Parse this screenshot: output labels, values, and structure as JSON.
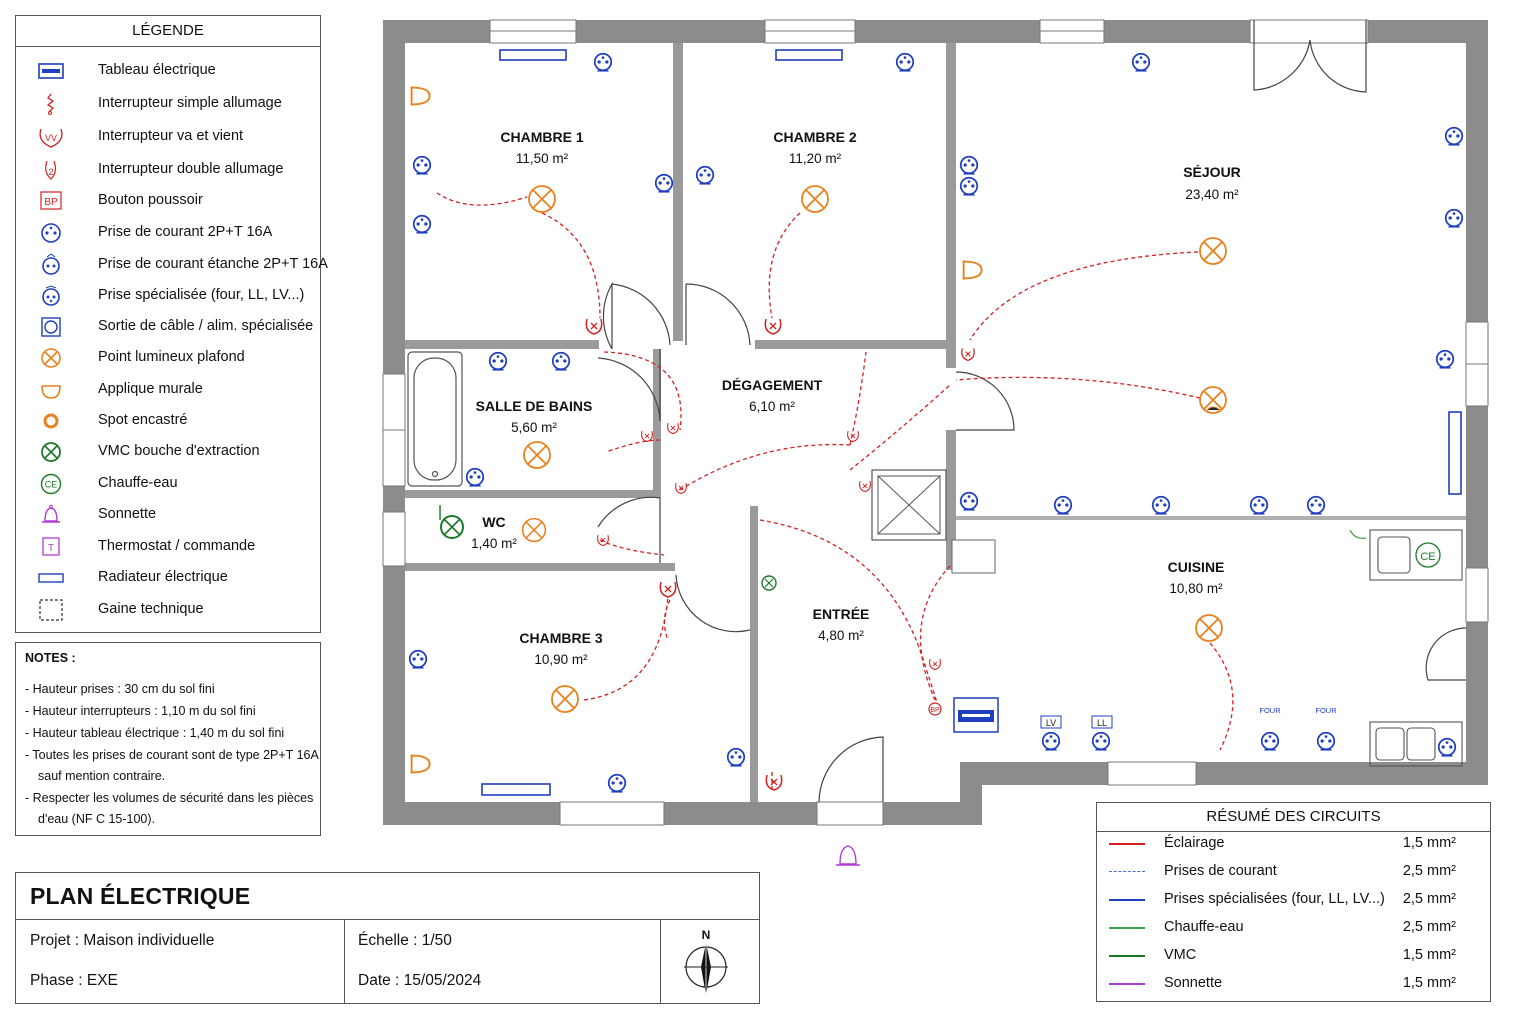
{
  "legend": {
    "title": "LÉGENDE",
    "items": [
      {
        "label": "Tableau électrique",
        "icon": "panel-icon",
        "color": "#1f3fbf"
      },
      {
        "label": "Interrupteur simple allumage",
        "icon": "simple-switch-icon",
        "color": "#d32020"
      },
      {
        "label": "Interrupteur va et vient",
        "icon": "two-way-switch-icon",
        "color": "#d32020"
      },
      {
        "label": "Interrupteur double allumage",
        "icon": "double-switch-icon",
        "color": "#d32020"
      },
      {
        "label": "Bouton poussoir",
        "icon": "push-button-icon",
        "color": "#d32020",
        "code": "BP"
      },
      {
        "label": "Prise de courant 2P+T 16A",
        "icon": "socket-icon",
        "color": "#1f3fbf"
      },
      {
        "label": "Prise de courant étanche 2P+T 16A",
        "icon": "waterproof-socket-icon",
        "color": "#1f3fbf"
      },
      {
        "label": "Prise spécialisée (four, LL, LV...)",
        "icon": "special-socket-icon",
        "color": "#1f3fbf"
      },
      {
        "label": "Sortie de câble / alim. spécialisée",
        "icon": "cable-outlet-icon",
        "color": "#1f3fbf"
      },
      {
        "label": "Point lumineux plafond",
        "icon": "ceiling-light-icon",
        "color": "#e8821e"
      },
      {
        "label": "Applique murale",
        "icon": "wall-light-icon",
        "color": "#e8821e"
      },
      {
        "label": "Spot encastré",
        "icon": "spot-icon",
        "color": "#e8821e"
      },
      {
        "label": "VMC bouche d'extraction",
        "icon": "vmc-icon",
        "color": "#1a7a2a"
      },
      {
        "label": "Chauffe-eau",
        "icon": "water-heater-icon",
        "color": "#1a7a2a",
        "code": "CE"
      },
      {
        "label": "Sonnette",
        "icon": "bell-icon",
        "color": "#b03cd0"
      },
      {
        "label": "Thermostat / commande",
        "icon": "thermostat-icon",
        "color": "#b03cd0",
        "code": "T"
      },
      {
        "label": "Radiateur électrique",
        "icon": "radiator-icon",
        "color": "#1f3fbf"
      },
      {
        "label": "Gaine technique",
        "icon": "technical-duct-icon",
        "color": "#333333"
      }
    ]
  },
  "notes": {
    "title": "NOTES :",
    "lines": [
      "- Hauteur prises : 30 cm du sol fini",
      "- Hauteur interrupteurs : 1,10 m du sol fini",
      "- Hauteur tableau électrique : 1,40 m du sol fini",
      "- Toutes les prises de courant sont de type 2P+T 16A",
      "  sauf mention contraire.",
      "- Respecter les volumes de sécurité dans les pièces",
      "  d'eau (NF C 15-100)."
    ]
  },
  "title_block": {
    "title": "PLAN ÉLECTRIQUE",
    "project": "Projet : Maison individuelle",
    "phase": "Phase : EXE",
    "scale": "Échelle : 1/50",
    "date": "Date : 15/05/2024",
    "north": "N"
  },
  "circuits": {
    "title": "RÉSUMÉ DES CIRCUITS",
    "items": [
      {
        "label": "Éclairage",
        "section": "1,5 mm²",
        "color": "#d32020",
        "style": "solid"
      },
      {
        "label": "Prises de courant",
        "section": "2,5 mm²",
        "color": "#4a6fc0",
        "style": "dashed"
      },
      {
        "label": "Prises spécialisées (four, LL, LV...)",
        "section": "2,5 mm²",
        "color": "#1f3fbf",
        "style": "solid"
      },
      {
        "label": "Chauffe-eau",
        "section": "2,5 mm²",
        "color": "#3aa04a",
        "style": "solid"
      },
      {
        "label": "VMC",
        "section": "1,5 mm²",
        "color": "#1a7a2a",
        "style": "solid"
      },
      {
        "label": "Sonnette",
        "section": "1,5 mm²",
        "color": "#b03cd0",
        "style": "solid"
      }
    ]
  },
  "rooms": [
    {
      "name": "CHAMBRE 1",
      "area": "11,50 m²"
    },
    {
      "name": "CHAMBRE 2",
      "area": "11,20 m²"
    },
    {
      "name": "SÉJOUR",
      "area": "23,40 m²"
    },
    {
      "name": "SALLE DE BAINS",
      "area": "5,60 m²"
    },
    {
      "name": "DÉGAGEMENT",
      "area": "6,10 m²"
    },
    {
      "name": "WC",
      "area": "1,40 m²"
    },
    {
      "name": "CUISINE",
      "area": "10,80 m²"
    },
    {
      "name": "CHAMBRE 3",
      "area": "10,90 m²"
    },
    {
      "name": "ENTRÉE",
      "area": "4,80 m²"
    }
  ],
  "plan_labels": {
    "lv": "LV",
    "ll": "LL",
    "four": "FOUR",
    "four2": "FOUR",
    "ce": "CE",
    "bp": "BP"
  },
  "colors": {
    "wall": "#8c8c8c",
    "lighting": "#d32020",
    "sockets": "#1f3fbf",
    "lights": "#e8821e",
    "green": "#1a7a2a",
    "bell": "#b03cd0"
  }
}
